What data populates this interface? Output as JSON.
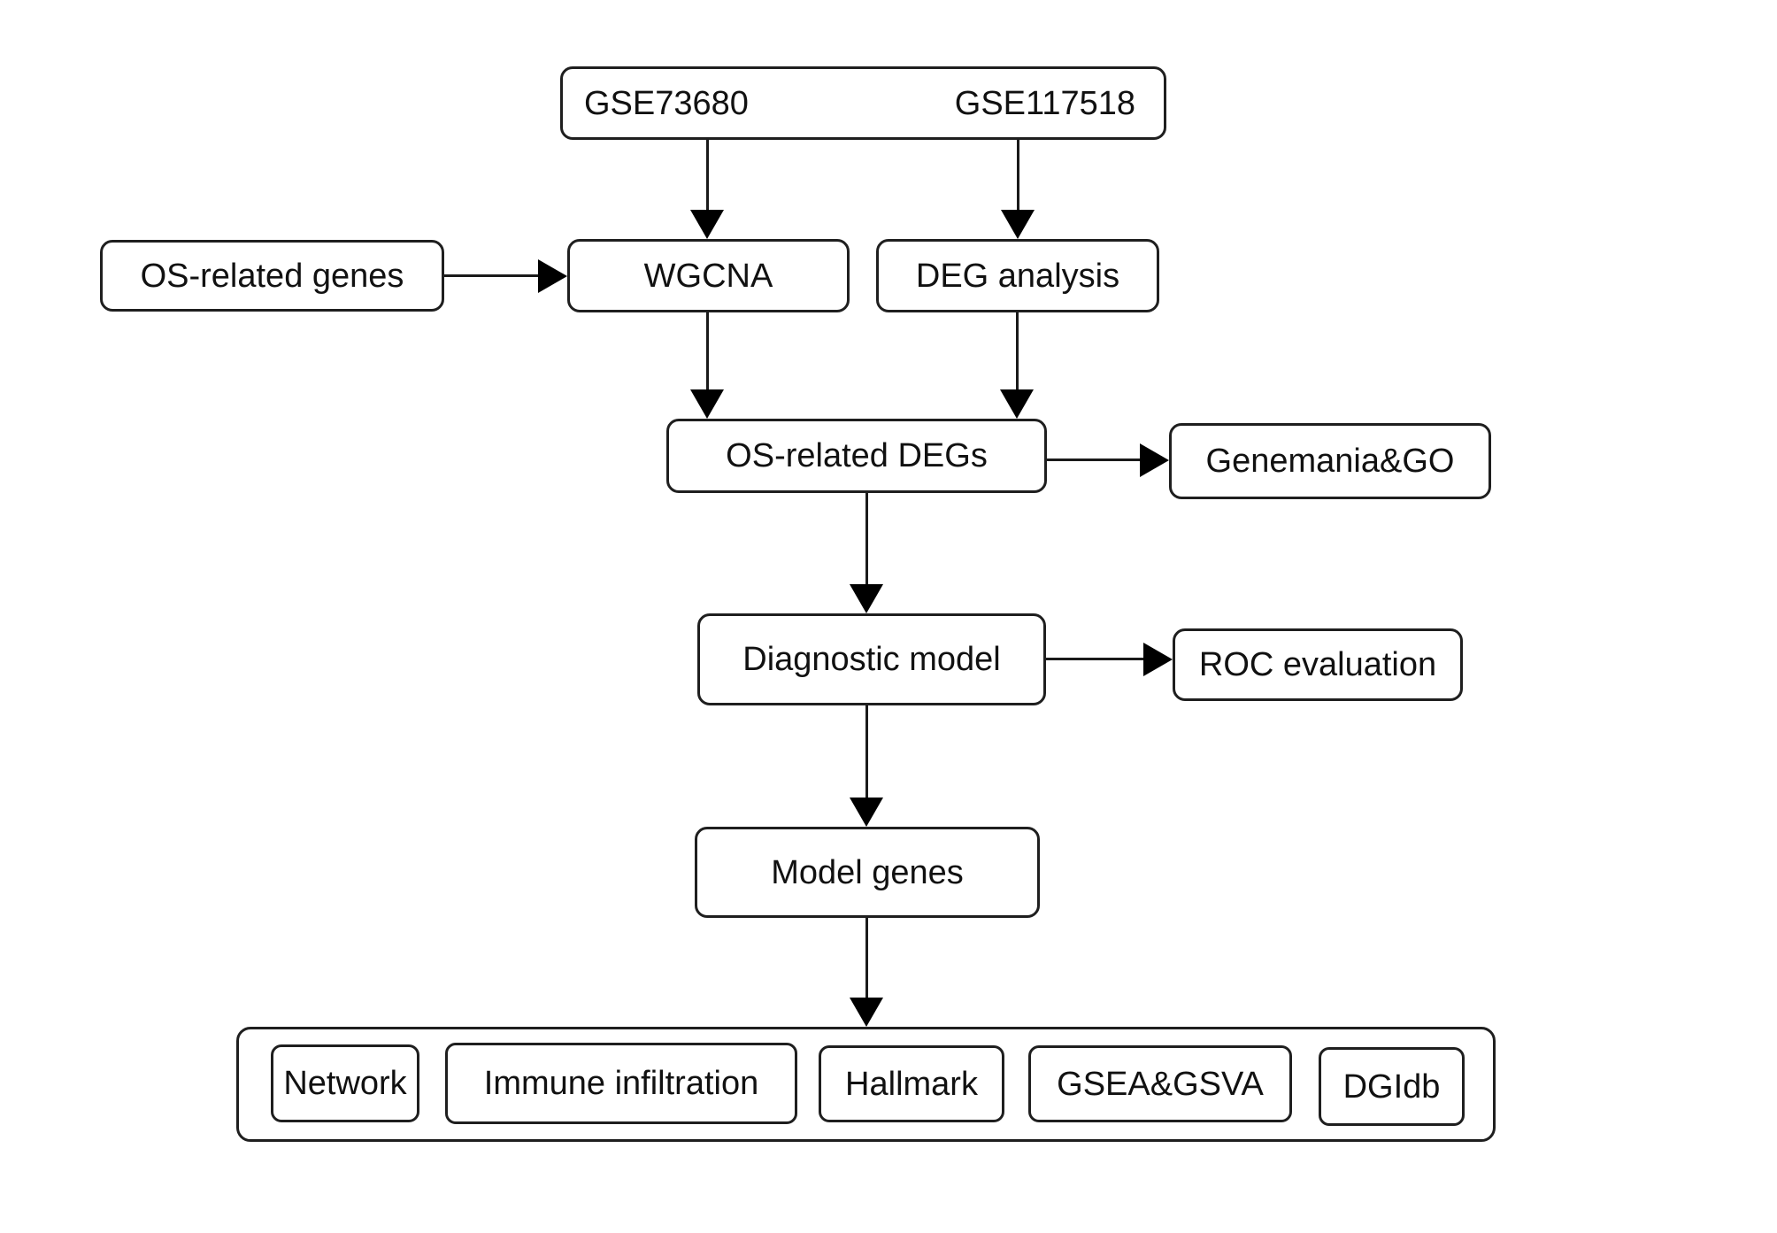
{
  "diagram": {
    "type": "flowchart",
    "background_color": "#ffffff",
    "box_fill": "#ffffff",
    "box_border_color": "#1f1f1f",
    "arrow_color": "#000000",
    "nodes": {
      "gse73680": {
        "label": "GSE73680"
      },
      "gse117518": {
        "label": "GSE117518"
      },
      "os_related_genes": {
        "label": "OS-related genes"
      },
      "wgcna": {
        "label": "WGCNA"
      },
      "deg_analysis": {
        "label": "DEG analysis"
      },
      "os_related_degs": {
        "label": "OS-related DEGs"
      },
      "genemania_go": {
        "label": "Genemania&GO"
      },
      "diagnostic_model": {
        "label": "Diagnostic model"
      },
      "roc_evaluation": {
        "label": "ROC evaluation"
      },
      "model_genes": {
        "label": "Model genes"
      },
      "network": {
        "label": "Network"
      },
      "immune_infiltration": {
        "label": "Immune infiltration"
      },
      "hallmark": {
        "label": "Hallmark"
      },
      "gsea_gsva": {
        "label": "GSEA&GSVA"
      },
      "dgidb": {
        "label": "DGIdb"
      }
    },
    "edges": [
      {
        "from": "gse73680",
        "to": "wgcna",
        "direction": "down"
      },
      {
        "from": "gse117518",
        "to": "deg_analysis",
        "direction": "down"
      },
      {
        "from": "os_related_genes",
        "to": "wgcna",
        "direction": "right"
      },
      {
        "from": "wgcna",
        "to": "os_related_degs",
        "direction": "down"
      },
      {
        "from": "deg_analysis",
        "to": "os_related_degs",
        "direction": "down"
      },
      {
        "from": "os_related_degs",
        "to": "genemania_go",
        "direction": "right"
      },
      {
        "from": "os_related_degs",
        "to": "diagnostic_model",
        "direction": "down"
      },
      {
        "from": "diagnostic_model",
        "to": "roc_evaluation",
        "direction": "right"
      },
      {
        "from": "diagnostic_model",
        "to": "model_genes",
        "direction": "down"
      },
      {
        "from": "model_genes",
        "to": "analysis_group",
        "direction": "down"
      }
    ],
    "analysis_group_members": [
      "network",
      "immune_infiltration",
      "hallmark",
      "gsea_gsva",
      "dgidb"
    ]
  }
}
